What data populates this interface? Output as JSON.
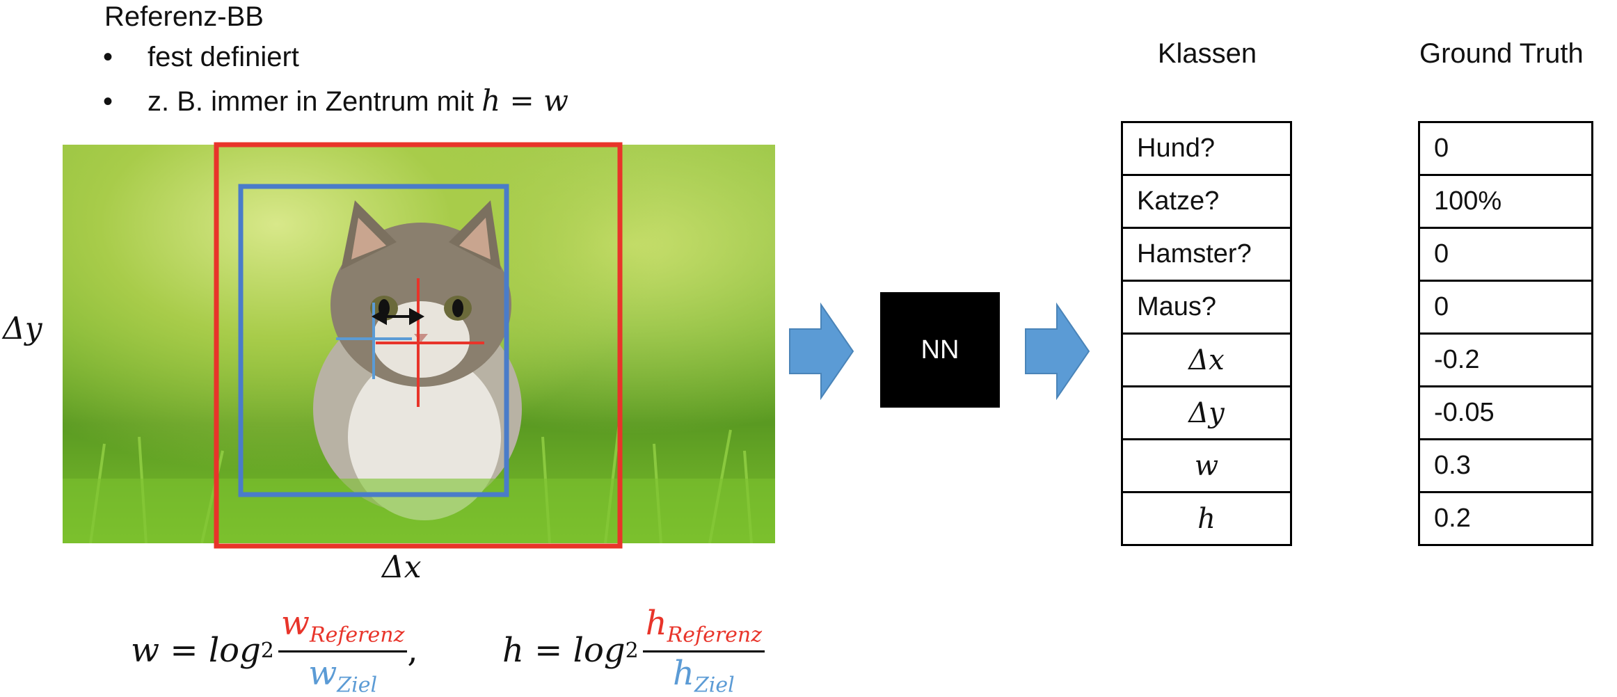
{
  "header": {
    "title": "Referenz-BB",
    "bullets": [
      "fest definiert",
      "z. B. immer in Zentrum mit"
    ],
    "bullet_math": "h = w",
    "bullet_symbol": "•"
  },
  "image": {
    "label_dy": "Δy",
    "label_dx": "Δx"
  },
  "nn": {
    "label": "NN"
  },
  "table": {
    "classes_header": "Klassen",
    "truth_header": "Ground Truth",
    "rows": [
      {
        "cls": "Hund?",
        "truth": "0"
      },
      {
        "cls": "Katze?",
        "truth": "100%"
      },
      {
        "cls": "Hamster?",
        "truth": "0"
      },
      {
        "cls": "Maus?",
        "truth": "0"
      },
      {
        "cls": "Δx",
        "truth": "-0.2"
      },
      {
        "cls": "Δy",
        "truth": "-0.05"
      },
      {
        "cls": "w",
        "truth": "0.3"
      },
      {
        "cls": "h",
        "truth": "0.2"
      }
    ]
  },
  "formula": {
    "w_lhs": "w = log",
    "h_lhs": "h = log",
    "base": "2",
    "w_num": "w",
    "w_num_sub": "Referenz",
    "w_den": "w",
    "w_den_sub": "Ziel",
    "h_num": "h",
    "h_num_sub": "Referenz",
    "h_den": "h",
    "h_den_sub": "Ziel",
    "separator": ","
  },
  "colors": {
    "reference_box": "#e8342a",
    "target_box": "#4a7cc9",
    "arrow": "#5b9bd5"
  }
}
